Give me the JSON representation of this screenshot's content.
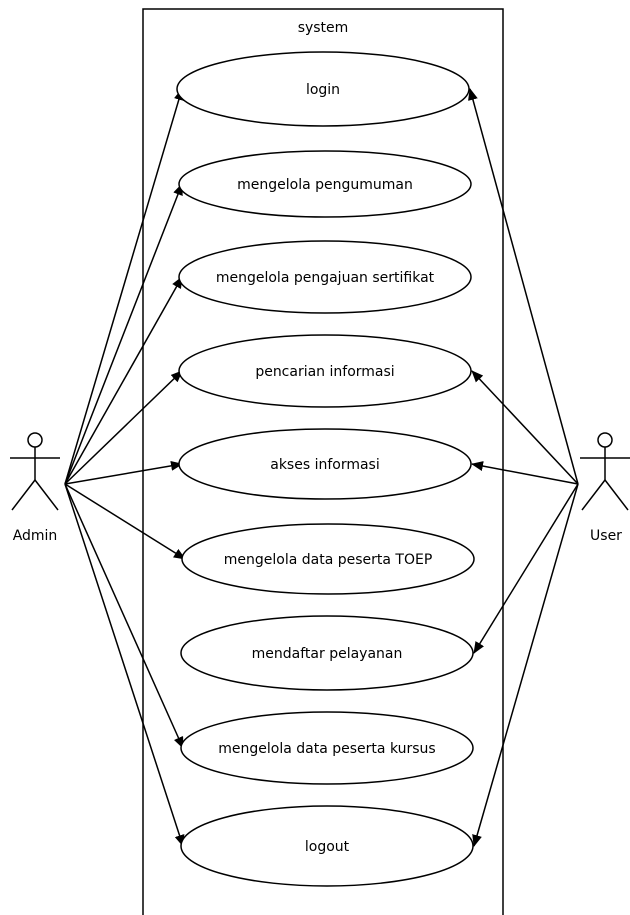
{
  "system": {
    "label": "system"
  },
  "actors": [
    {
      "id": "admin",
      "label": "Admin"
    },
    {
      "id": "user",
      "label": "User"
    }
  ],
  "use_cases": [
    {
      "id": "login",
      "label": "login"
    },
    {
      "id": "mengelola-pengumuman",
      "label": "mengelola pengumuman"
    },
    {
      "id": "mengelola-pengajuan-sertifikat",
      "label": "mengelola pengajuan sertifikat"
    },
    {
      "id": "pencarian-informasi",
      "label": "pencarian informasi"
    },
    {
      "id": "akses-informasi",
      "label": "akses informasi"
    },
    {
      "id": "mengelola-data-peserta-toep",
      "label": "mengelola data peserta TOEP"
    },
    {
      "id": "mendaftar-pelayanan",
      "label": "mendaftar pelayanan"
    },
    {
      "id": "mengelola-data-peserta-kursus",
      "label": "mengelola data peserta kursus"
    },
    {
      "id": "logout",
      "label": "logout"
    }
  ],
  "associations": {
    "admin": [
      "login",
      "mengelola-pengumuman",
      "mengelola-pengajuan-sertifikat",
      "pencarian-informasi",
      "akses-informasi",
      "mengelola-data-peserta-toep",
      "mengelola-data-peserta-kursus",
      "logout"
    ],
    "user": [
      "login",
      "pencarian-informasi",
      "akses-informasi",
      "mendaftar-pelayanan",
      "logout"
    ]
  }
}
